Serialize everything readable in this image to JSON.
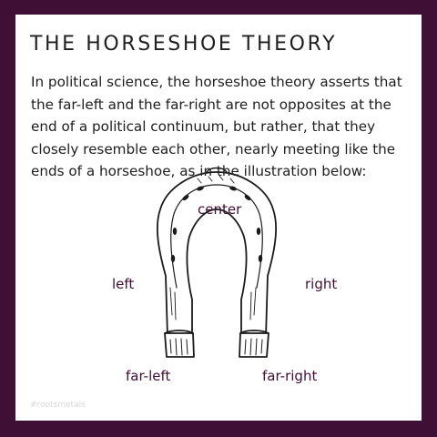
{
  "title": "THE HORSESHOE THEORY",
  "paragraph": "In political science, the horseshoe theory asserts that the far-left and the far-right are not opposites at the end of a political continuum, but rather, that they closely resemble each other, nearly meeting like the ends of a horseshoe, as in the illustration below:",
  "labels": {
    "center": "center",
    "left": "left",
    "right": "right",
    "far_left": "far-left",
    "far_right": "far-right"
  },
  "watermark": "#rootsmetals",
  "colors": {
    "frame": "#3f0f36",
    "label": "#3f0f36",
    "text": "#1e1e1e"
  },
  "icon": "horseshoe-illustration"
}
